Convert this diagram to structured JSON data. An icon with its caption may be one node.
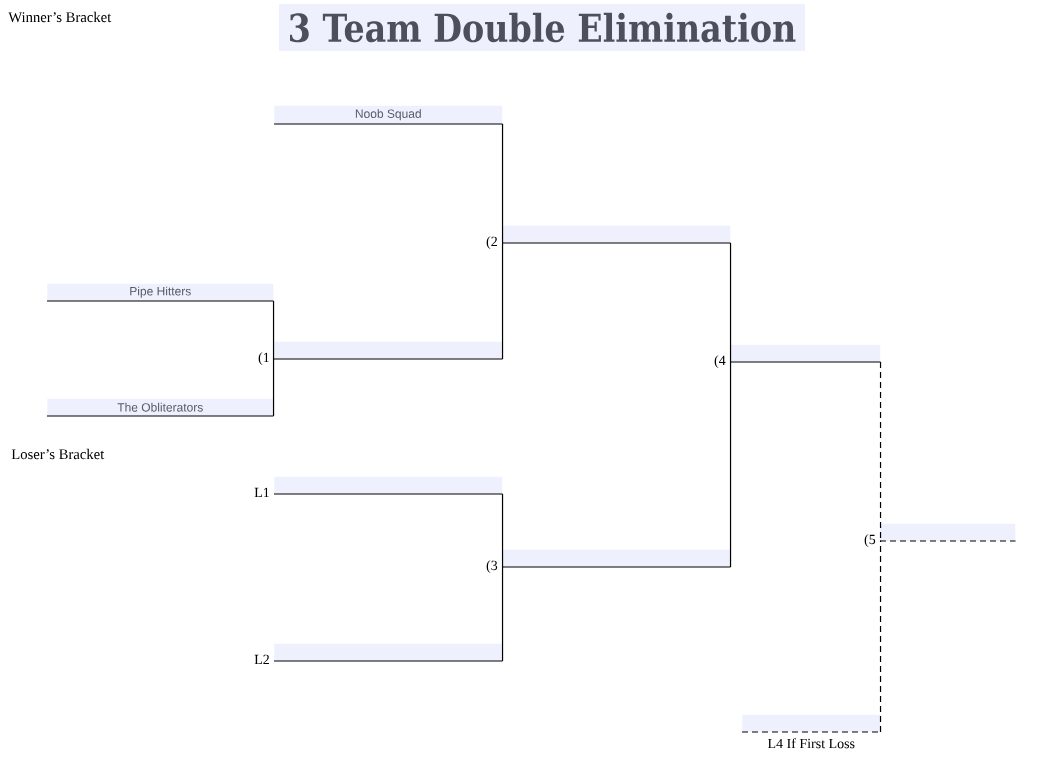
{
  "diagram": {
    "title": "3 Team Double Elimination",
    "nodes": [
      {
        "text": [
          "Pipe Hitters"
        ]
      },
      {
        "text": [
          "The Obliterators"
        ]
      },
      {
        "text": [
          "Noob Squad"
        ]
      },
      {
        "text": [],
        "shape": "bar",
        "beside": [
          "(1"
        ]
      },
      {
        "text": [],
        "shape": "bar",
        "beside": [
          "(2"
        ]
      },
      {
        "text": [],
        "shape": "bar",
        "beside": [
          "L1"
        ]
      },
      {
        "text": [],
        "shape": "bar",
        "beside": [
          "L2"
        ]
      },
      {
        "text": [],
        "shape": "bar",
        "beside": [
          "(3"
        ]
      },
      {
        "text": [],
        "shape": "bar",
        "beside": [
          "(4"
        ]
      },
      {
        "text": [],
        "shape": "bar",
        "beside": [
          "L4 If First Loss"
        ]
      },
      {
        "text": [],
        "shape": "bar",
        "beside": [
          "(5"
        ]
      }
    ],
    "edges": [
      {
        "from": 0,
        "to": 3,
        "arrow": "none"
      },
      {
        "from": 1,
        "to": 3,
        "arrow": "none"
      },
      {
        "from": 2,
        "to": 4,
        "arrow": "none"
      },
      {
        "from": 3,
        "to": 4,
        "arrow": "none"
      },
      {
        "from": 5,
        "to": 7,
        "arrow": "none"
      },
      {
        "from": 6,
        "to": 7,
        "arrow": "none"
      },
      {
        "from": 4,
        "to": 8,
        "arrow": "none"
      },
      {
        "from": 7,
        "to": 8,
        "arrow": "none"
      },
      {
        "from": 8,
        "to": 10,
        "arrow": "none",
        "style": "dashed"
      },
      {
        "from": 9,
        "to": 10,
        "arrow": "none",
        "style": "dashed"
      }
    ],
    "labels": [
      "Winner’s Bracket",
      "Loser’s Bracket"
    ]
  }
}
